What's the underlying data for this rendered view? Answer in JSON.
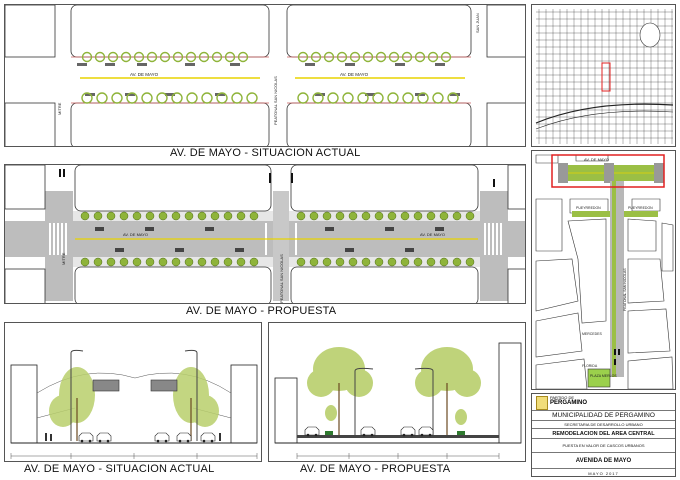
{
  "plan_actual": {
    "street_main": "AV. DE MAYO",
    "street_left": "MITRE",
    "street_mid": "PEATONAL SAN NICOLAS",
    "street_right": "SAN JUAN",
    "caption": "AV. DE MAYO - SITUACION ACTUAL"
  },
  "plan_propuesta": {
    "street_main": "AV. DE MAYO",
    "street_left": "MITRE",
    "street_mid": "PEATONAL SAN NICOLAS",
    "caption": "AV. DE MAYO - PROPUESTA"
  },
  "section_actual": {
    "caption": "AV. DE MAYO - SITUACION ACTUAL"
  },
  "section_propuesta": {
    "caption": "AV. DE MAYO - PROPUESTA"
  },
  "location_map": {
    "street_top": "AV. DE MAYO",
    "street_mid_left": "PUEYRREDON",
    "street_mid_right": "PUEYRREDON",
    "street_peatonal": "PEATONAL SAN NICOLAS",
    "street_bottom_a": "MERCEDES",
    "street_bottom_b": "FLORIDA",
    "plaza_label": "PLAZA MERLOS"
  },
  "title_block": {
    "partido": "PARTIDO DE",
    "city": "PERGAMINO",
    "municipality": "MUNICIPALIDAD DE PERGAMINO",
    "secretaria": "SECRETARIA DE DESARROLLO URBANO",
    "project": "REMODELACION DEL AREA CENTRAL",
    "subproject": "PUESTA EN VALOR DE CASCOS URBANOS",
    "sheet": "AVENIDA DE MAYO",
    "date": "MAYO 2017"
  },
  "colors": {
    "tree_green": "#8fb43a",
    "highlight_red": "#e02020",
    "yellow_line": "#e8d400",
    "asphalt": "#bdbdbd",
    "plaza_green": "#9bd04c"
  }
}
